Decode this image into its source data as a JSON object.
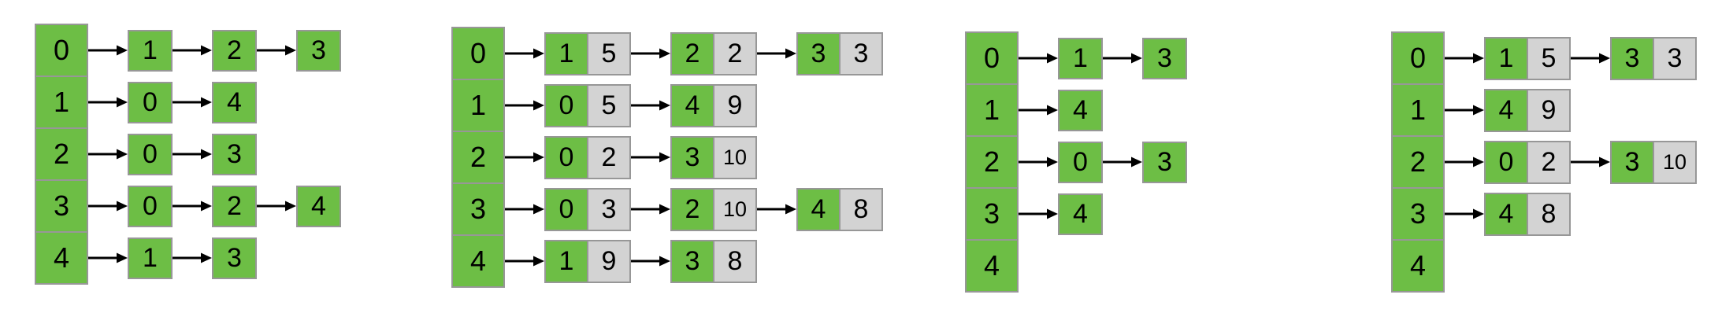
{
  "colors": {
    "vertex_fill": "#6dbe45",
    "weight_fill": "#d3d3d3",
    "cell_border": "#979797",
    "arrow": "#000000",
    "text": "#000000"
  },
  "diagrams": [
    {
      "name": "adjacency-list-unweighted-graph",
      "weighted": false,
      "array": [
        "0",
        "1",
        "2",
        "3",
        "4"
      ],
      "lists": [
        [
          "1",
          "2",
          "3"
        ],
        [
          "0",
          "4"
        ],
        [
          "0",
          "3"
        ],
        [
          "0",
          "2",
          "4"
        ],
        [
          "1",
          "3"
        ]
      ]
    },
    {
      "name": "adjacency-list-weighted-graph",
      "weighted": true,
      "array": [
        "0",
        "1",
        "2",
        "3",
        "4"
      ],
      "lists": [
        [
          [
            "1",
            "5"
          ],
          [
            "2",
            "2"
          ],
          [
            "3",
            "3"
          ]
        ],
        [
          [
            "0",
            "5"
          ],
          [
            "4",
            "9"
          ]
        ],
        [
          [
            "0",
            "2"
          ],
          [
            "3",
            "10"
          ]
        ],
        [
          [
            "0",
            "3"
          ],
          [
            "2",
            "10"
          ],
          [
            "4",
            "8"
          ]
        ],
        [
          [
            "1",
            "9"
          ],
          [
            "3",
            "8"
          ]
        ]
      ]
    },
    {
      "name": "adjacency-list-unweighted-digraph",
      "weighted": false,
      "array": [
        "0",
        "1",
        "2",
        "3",
        "4"
      ],
      "lists": [
        [
          "1",
          "3"
        ],
        [
          "4"
        ],
        [
          "0",
          "3"
        ],
        [
          "4"
        ],
        []
      ]
    },
    {
      "name": "adjacency-list-weighted-digraph",
      "weighted": true,
      "array": [
        "0",
        "1",
        "2",
        "3",
        "4"
      ],
      "lists": [
        [
          [
            "1",
            "5"
          ],
          [
            "3",
            "3"
          ]
        ],
        [
          [
            "4",
            "9"
          ]
        ],
        [
          [
            "0",
            "2"
          ],
          [
            "3",
            "10"
          ]
        ],
        [
          [
            "4",
            "8"
          ]
        ],
        []
      ]
    }
  ]
}
